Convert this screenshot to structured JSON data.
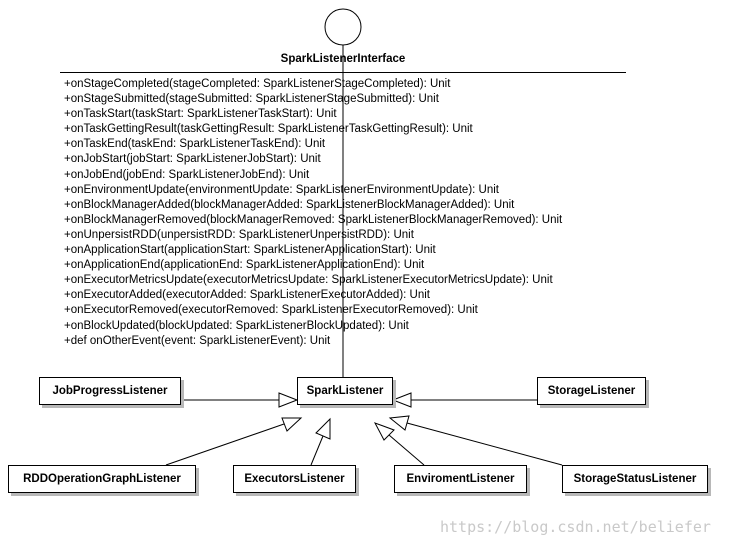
{
  "interface": {
    "title": "SparkListenerInterface",
    "methods": [
      "+onStageCompleted(stageCompleted: SparkListenerStageCompleted): Unit",
      "+onStageSubmitted(stageSubmitted: SparkListenerStageSubmitted): Unit",
      "+onTaskStart(taskStart: SparkListenerTaskStart): Unit",
      "+onTaskGettingResult(taskGettingResult: SparkListenerTaskGettingResult): Unit",
      "+onTaskEnd(taskEnd: SparkListenerTaskEnd): Unit",
      "+onJobStart(jobStart: SparkListenerJobStart): Unit",
      "+onJobEnd(jobEnd: SparkListenerJobEnd): Unit",
      "+onEnvironmentUpdate(environmentUpdate: SparkListenerEnvironmentUpdate): Unit",
      "+onBlockManagerAdded(blockManagerAdded: SparkListenerBlockManagerAdded): Unit",
      "+onBlockManagerRemoved(blockManagerRemoved: SparkListenerBlockManagerRemoved): Unit",
      "+onUnpersistRDD(unpersistRDD: SparkListenerUnpersistRDD): Unit",
      "+onApplicationStart(applicationStart: SparkListenerApplicationStart): Unit",
      "+onApplicationEnd(applicationEnd: SparkListenerApplicationEnd): Unit",
      "+onExecutorMetricsUpdate(executorMetricsUpdate: SparkListenerExecutorMetricsUpdate): Unit",
      "+onExecutorAdded(executorAdded: SparkListenerExecutorAdded): Unit",
      "+onExecutorRemoved(executorRemoved: SparkListenerExecutorRemoved): Unit",
      "+onBlockUpdated(blockUpdated: SparkListenerBlockUpdated): Unit",
      "+def onOtherEvent(event: SparkListenerEvent): Unit"
    ]
  },
  "classes": {
    "spark_listener": "SparkListener",
    "job_progress_listener": "JobProgressListener",
    "storage_listener": "StorageListener",
    "rdd_operation_graph_listener": "RDDOperationGraphListener",
    "executors_listener": "ExecutorsListener",
    "enviroment_listener": "EnviromentListener",
    "storage_status_listener": "StorageStatusListener"
  },
  "watermark": "https://blog.csdn.net/beliefer",
  "colors": {
    "line": "#000000",
    "shadow": "#b8b8b8",
    "watermark": "#c9c9c9"
  }
}
